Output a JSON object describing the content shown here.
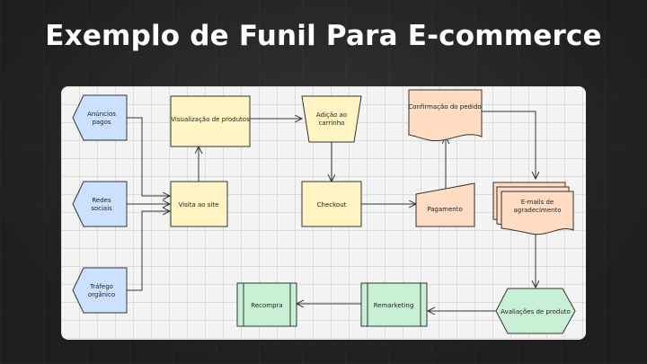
{
  "title": "Exemplo de Funil Para E-commerce",
  "colors": {
    "blue": "#cce0ff",
    "yellow": "#fff4c2",
    "orange": "#ffdcc2",
    "green": "#c8f0d4",
    "stroke": "#333333"
  },
  "nodes": {
    "anuncios": [
      "Anúncios",
      "pagos"
    ],
    "redes": [
      "Redes",
      "sociais"
    ],
    "trafego": [
      "Tráfego",
      "orgânico"
    ],
    "visita": [
      "Visita ao site"
    ],
    "visualizacao": [
      "Visualização de produtos"
    ],
    "adicao": [
      "Adição ao",
      "carrinho"
    ],
    "checkout": [
      "Checkout"
    ],
    "pagamento": [
      "Pagamento"
    ],
    "confirmacao": [
      "Confirmação do pedido"
    ],
    "emails": [
      "E-mails de",
      "agradecimento"
    ],
    "avaliacoes": [
      "Avaliações de produto"
    ],
    "remarketing": [
      "Remarketing"
    ],
    "recompra": [
      "Recompra"
    ]
  }
}
